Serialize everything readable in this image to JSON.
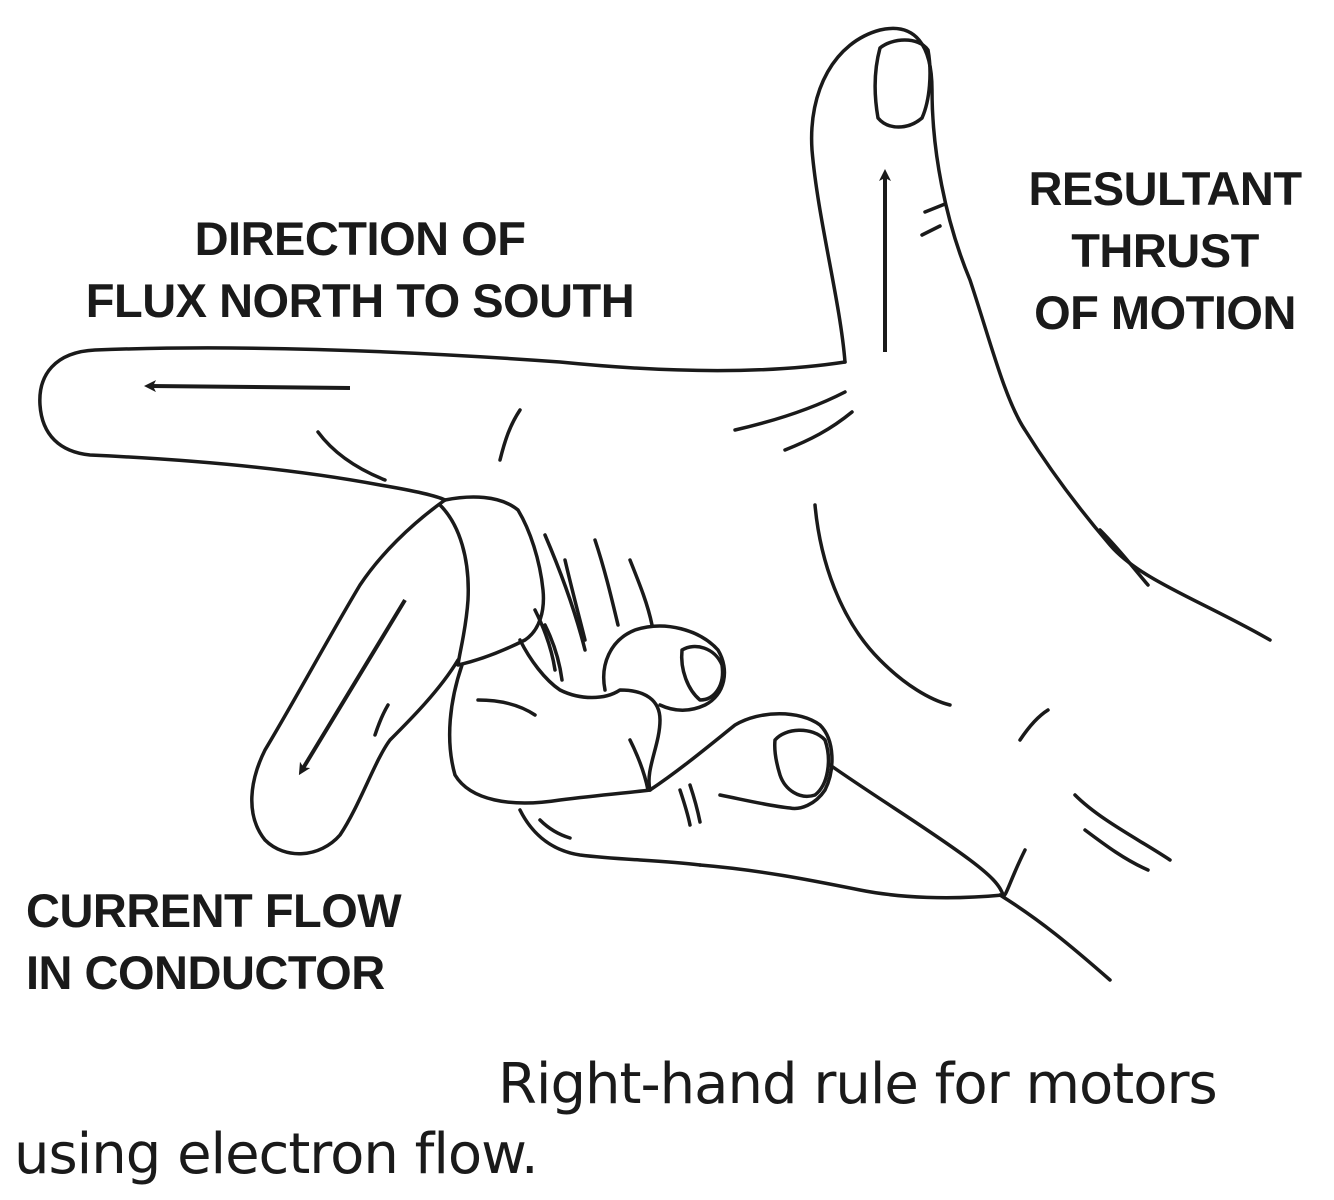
{
  "labels": {
    "flux": [
      "DIRECTION OF",
      "FLUX NORTH TO SOUTH"
    ],
    "thrust": [
      "RESULTANT",
      "THRUST",
      "OF MOTION"
    ],
    "current": [
      "CURRENT FLOW",
      "IN CONDUCTOR"
    ]
  },
  "caption": {
    "line1": "Right-hand rule for motors",
    "line2": "using electron flow."
  },
  "colors": {
    "ink": "#1a1a1a",
    "background": "#ffffff"
  }
}
